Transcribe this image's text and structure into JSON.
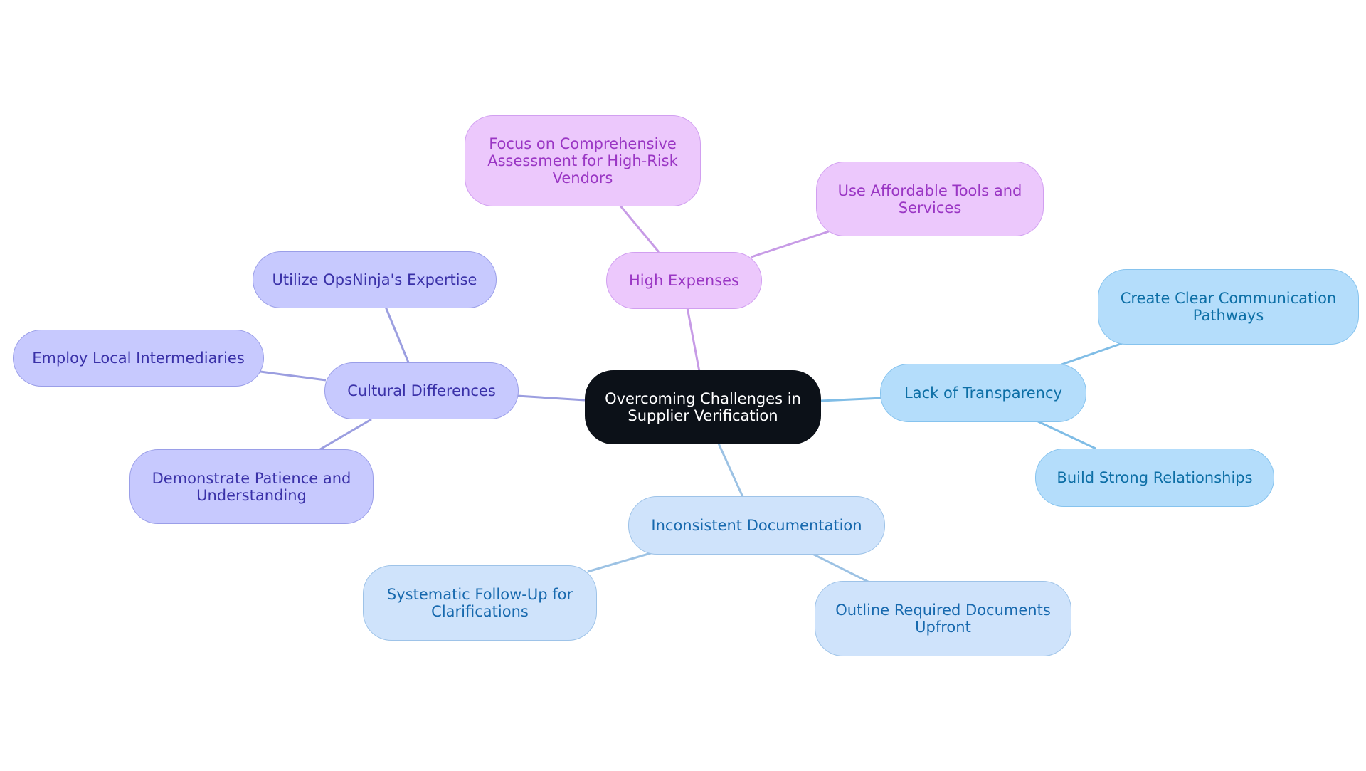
{
  "diagram": {
    "center": {
      "label": "Overcoming Challenges in Supplier Verification"
    },
    "branches": {
      "high_expenses": {
        "label": "High Expenses",
        "color": "#c79be6",
        "children": [
          "Focus on Comprehensive Assessment for High-Risk Vendors",
          "Use Affordable Tools and Services"
        ]
      },
      "cultural_differences": {
        "label": "Cultural Differences",
        "color": "#9b9ee0",
        "children": [
          "Utilize OpsNinja's Expertise",
          "Employ Local Intermediaries",
          "Demonstrate Patience and Understanding"
        ]
      },
      "lack_of_transparency": {
        "label": "Lack of Transparency",
        "color": "#80bde6",
        "children": [
          "Create Clear Communication Pathways",
          "Build Strong Relationships"
        ]
      },
      "inconsistent_documentation": {
        "label": "Inconsistent Documentation",
        "color": "#9cc2e4",
        "children": [
          "Systematic Follow-Up for Clarifications",
          "Outline Required Documents Upfront"
        ]
      }
    }
  }
}
